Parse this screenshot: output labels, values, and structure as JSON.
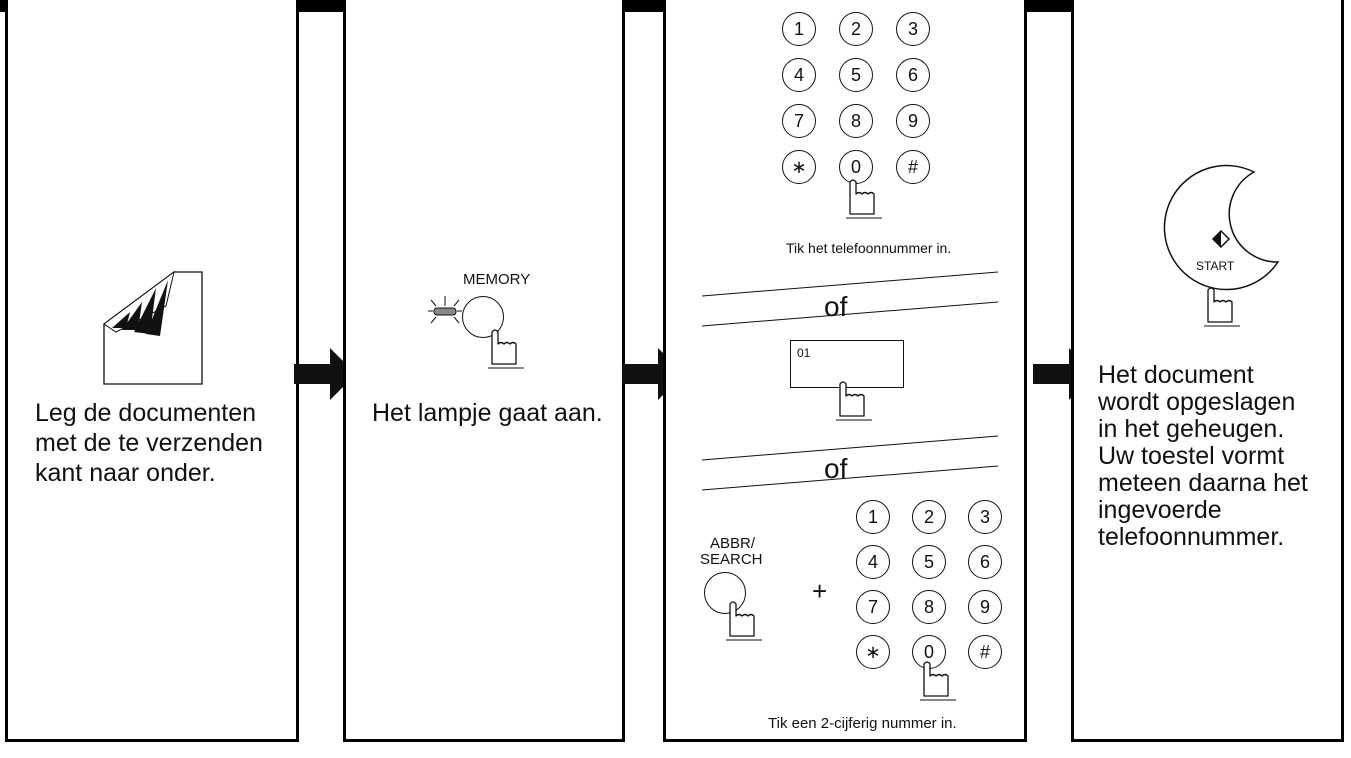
{
  "steps": [
    {
      "text_lines": [
        "Leg de documenten",
        "met de te verzenden",
        "kant naar onder."
      ]
    },
    {
      "button_label": "MEMORY",
      "text": "Het lampje gaat aan."
    },
    {
      "keypad_top": [
        "1",
        "2",
        "3",
        "4",
        "5",
        "6",
        "7",
        "8",
        "9",
        "∗",
        "0",
        "#"
      ],
      "caption_top": "Tik het telefoonnummer in.",
      "or_label_1": "of",
      "display_value": "01",
      "or_label_2": "of",
      "abbr_label_line1": "ABBR/",
      "abbr_label_line2": "SEARCH",
      "plus": "+",
      "keypad_bottom": [
        "1",
        "2",
        "3",
        "4",
        "5",
        "6",
        "7",
        "8",
        "9",
        "∗",
        "0",
        "#"
      ],
      "caption_bottom": "Tik een 2-cijferig nummer in."
    },
    {
      "button_label": "START",
      "text_lines": [
        "Het document",
        "wordt opgeslagen",
        "in het geheugen.",
        "Uw toestel vormt",
        "meteen daarna het",
        "ingevoerde",
        "telefoonnummer."
      ]
    }
  ],
  "icons": [
    "document-feed-icon",
    "memory-lamp-icon",
    "pointing-hand-icon",
    "arrow-right-icon",
    "start-diamond-icon"
  ]
}
